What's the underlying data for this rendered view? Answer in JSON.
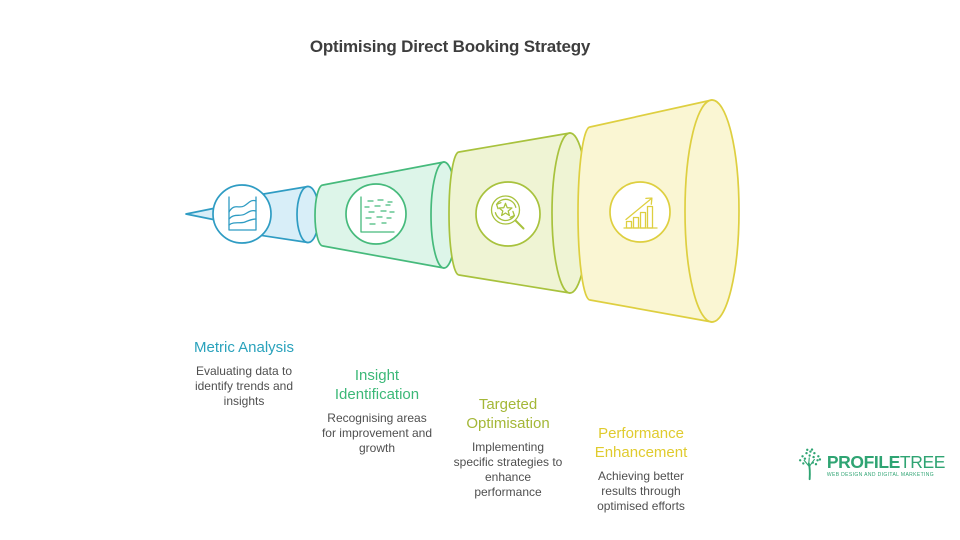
{
  "title": "Optimising Direct Booking Strategy",
  "stages": [
    {
      "name": "Metric Analysis",
      "description_lines": [
        "Evaluating data to",
        "identify trends and",
        "insights"
      ],
      "heading_color": "#2aa2bc",
      "stroke_color": "#2f9cc3",
      "fill_color": "#d8eef8",
      "icon": "area-chart-icon"
    },
    {
      "name": "Insight Identification",
      "description_lines": [
        "Recognising areas",
        "for improvement and",
        "growth"
      ],
      "heading_color": "#3cb878",
      "stroke_color": "#46ba7c",
      "fill_color": "#ddf5e9",
      "icon": "scatter-plot-icon"
    },
    {
      "name": "Targeted Optimisation",
      "description_lines": [
        "Implementing",
        "specific strategies to",
        "enhance",
        "performance"
      ],
      "heading_color": "#a4b737",
      "stroke_color": "#a8c23d",
      "fill_color": "#eff4d4",
      "icon": "search-refresh-star-icon"
    },
    {
      "name": "Performance Enhancement",
      "description_lines": [
        "Achieving better",
        "results through",
        "optimised efforts"
      ],
      "heading_color": "#e0cb2e",
      "stroke_color": "#decf40",
      "fill_color": "#faf6d3",
      "icon": "growth-arrow-bars-icon"
    }
  ],
  "logo": {
    "brand_bold": "PROFILE",
    "brand_light": "TREE",
    "tagline": "WEB DESIGN AND DIGITAL MARKETING",
    "color": "#2fa473"
  }
}
